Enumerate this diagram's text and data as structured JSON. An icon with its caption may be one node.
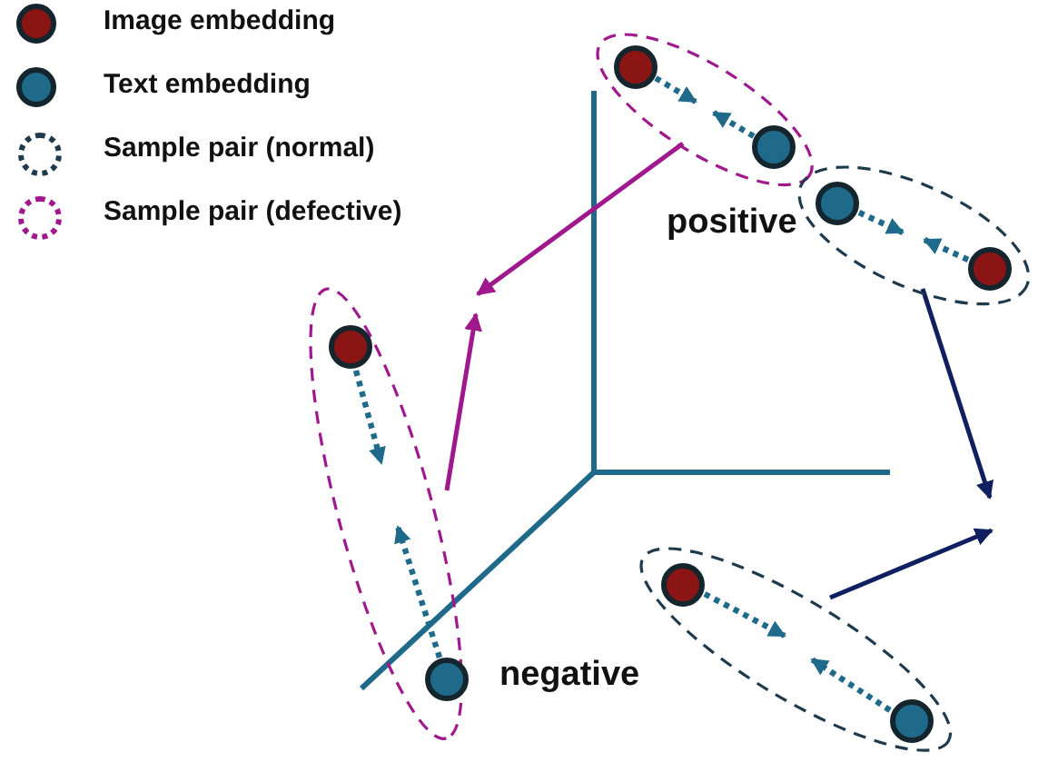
{
  "diagram": {
    "nodes": [
      {
        "text": [],
        "shape": "ellipse"
      },
      {
        "text": [],
        "shape": "circle",
        "in": 0
      },
      {
        "text": [],
        "shape": "circle",
        "in": 0
      },
      {
        "text": [],
        "shape": "ellipse"
      },
      {
        "text": [],
        "shape": "circle",
        "in": 3
      },
      {
        "text": [],
        "shape": "circle",
        "in": 3
      },
      {
        "text": [],
        "shape": "ellipse"
      },
      {
        "text": [],
        "shape": "circle",
        "in": 6
      },
      {
        "text": [],
        "shape": "circle",
        "in": 6
      },
      {
        "text": [],
        "shape": "ellipse"
      },
      {
        "text": [],
        "shape": "circle",
        "in": 9
      },
      {
        "text": [],
        "shape": "circle",
        "in": 9
      }
    ],
    "edges": [
      {
        "from": 1,
        "to": null,
        "arrow": "to",
        "style": "dashed"
      },
      {
        "from": 2,
        "to": null,
        "arrow": "to",
        "style": "dashed"
      },
      {
        "from": 4,
        "to": null,
        "arrow": "to",
        "style": "dashed"
      },
      {
        "from": 5,
        "to": null,
        "arrow": "to",
        "style": "dashed"
      },
      {
        "from": 7,
        "to": null,
        "arrow": "to",
        "style": "dashed"
      },
      {
        "from": 8,
        "to": null,
        "arrow": "to",
        "style": "dashed"
      },
      {
        "from": 10,
        "to": null,
        "arrow": "to",
        "style": "dashed"
      },
      {
        "from": 11,
        "to": null,
        "arrow": "to",
        "style": "dashed"
      },
      {
        "from": 0,
        "to": null,
        "arrow": "to",
        "color": "#a0188e"
      },
      {
        "from": 6,
        "to": null,
        "arrow": "to",
        "color": "#a0188e"
      },
      {
        "from": 3,
        "to": null,
        "arrow": "to",
        "color": "#0f1f5f"
      },
      {
        "from": 9,
        "to": null,
        "arrow": "to",
        "color": "#0f1f5f"
      }
    ],
    "labels": [
      "positive",
      "negative"
    ],
    "legend": [
      {
        "text": "Image embedding",
        "color": "#8b1414"
      },
      {
        "text": "Text embedding",
        "color": "#1f6a8a"
      },
      {
        "text": "Sample pair (normal)"
      },
      {
        "text": "Sample pair (defective)"
      }
    ]
  }
}
